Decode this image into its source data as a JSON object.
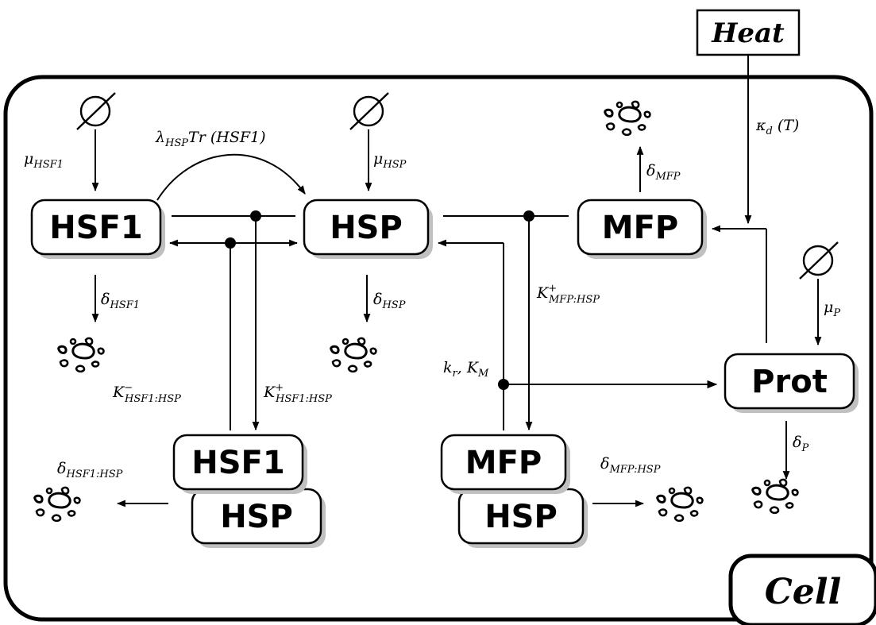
{
  "heat_label": "Heat",
  "cell_label": "Cell",
  "nodes": {
    "hsf1": "HSF1",
    "hsp": "HSP",
    "mfp": "MFP",
    "prot": "Prot",
    "complex_hsf1_hsp": [
      "HSF1",
      "HSP"
    ],
    "complex_mfp_hsp": [
      "MFP",
      "HSP"
    ]
  },
  "source_symbols": {
    "hsf1": "∅",
    "hsp": "∅",
    "prot": "∅"
  },
  "rates": {
    "mu_hsf1": {
      "base": "μ",
      "sub": "HSF1"
    },
    "mu_hsp": {
      "base": "μ",
      "sub": "HSP"
    },
    "mu_p": {
      "base": "μ",
      "sub": "P"
    },
    "lambda_hsp": {
      "base": "λ",
      "sub": "HSP",
      "rest": "Tr (HSF1)"
    },
    "kappa_d": {
      "base": "κ",
      "sub": "d",
      "rest": " (T)"
    },
    "delta_hsf1": {
      "base": "δ",
      "sub": "HSF1"
    },
    "delta_hsp": {
      "base": "δ",
      "sub": "HSP"
    },
    "delta_mfp": {
      "base": "δ",
      "sub": "MFP"
    },
    "delta_p": {
      "base": "δ",
      "sub": "P"
    },
    "delta_hsf1_hsp": {
      "base": "δ",
      "sub": "HSF1:HSP"
    },
    "delta_mfp_hsp": {
      "base": "δ",
      "sub": "MFP:HSP"
    },
    "k_minus_hsf1_hsp": {
      "base": "K",
      "sup": "−",
      "sub": "HSF1:HSP"
    },
    "k_plus_hsf1_hsp": {
      "base": "K",
      "sup": "+",
      "sub": "HSF1:HSP"
    },
    "k_plus_mfp_hsp": {
      "base": "K",
      "sup": "+",
      "sub": "MFP:HSP"
    },
    "kr_km": "k",
    "kr_km_r": "r",
    "kr_km_mid": ", K",
    "kr_km_M": "M"
  }
}
